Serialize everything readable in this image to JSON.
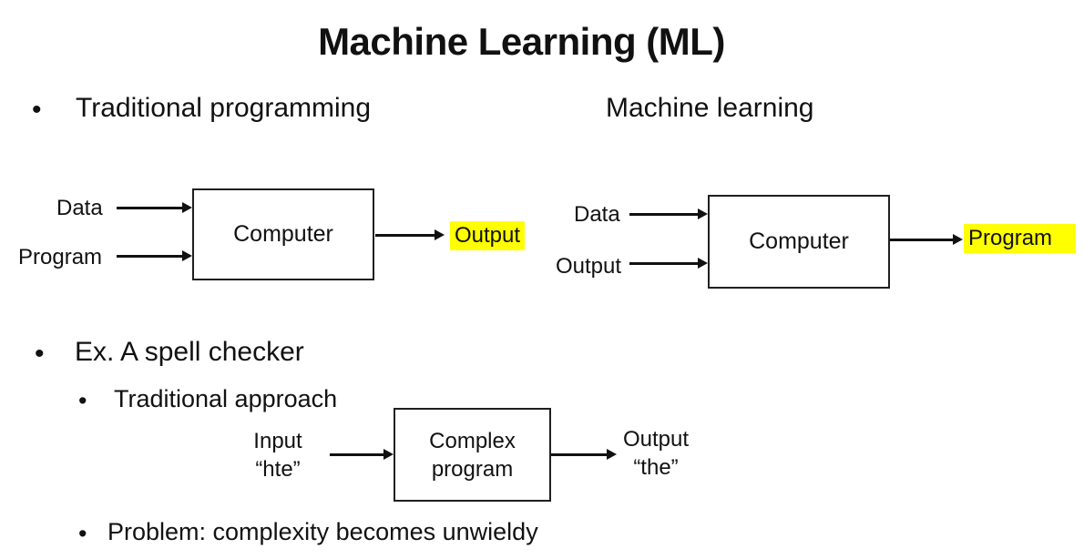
{
  "slide": {
    "title": "Machine Learning (ML)",
    "bullet": "•",
    "highlight_color": "#ffff00"
  },
  "headings": {
    "traditional": "Traditional programming",
    "ml": "Machine learning"
  },
  "traditional_diagram": {
    "input1": "Data",
    "input2": "Program",
    "box": "Computer",
    "output": "Output"
  },
  "ml_diagram": {
    "input1": "Data",
    "input2": "Output",
    "box": "Computer",
    "output": "Program"
  },
  "spell_checker": {
    "heading": "Ex. A spell checker",
    "sub_heading": "Traditional approach",
    "input_label": "Input",
    "input_value": "“hte”",
    "box_line1": "Complex",
    "box_line2": "program",
    "output_label": "Output",
    "output_value": "“the”",
    "problem": "Problem: complexity becomes unwieldy"
  }
}
